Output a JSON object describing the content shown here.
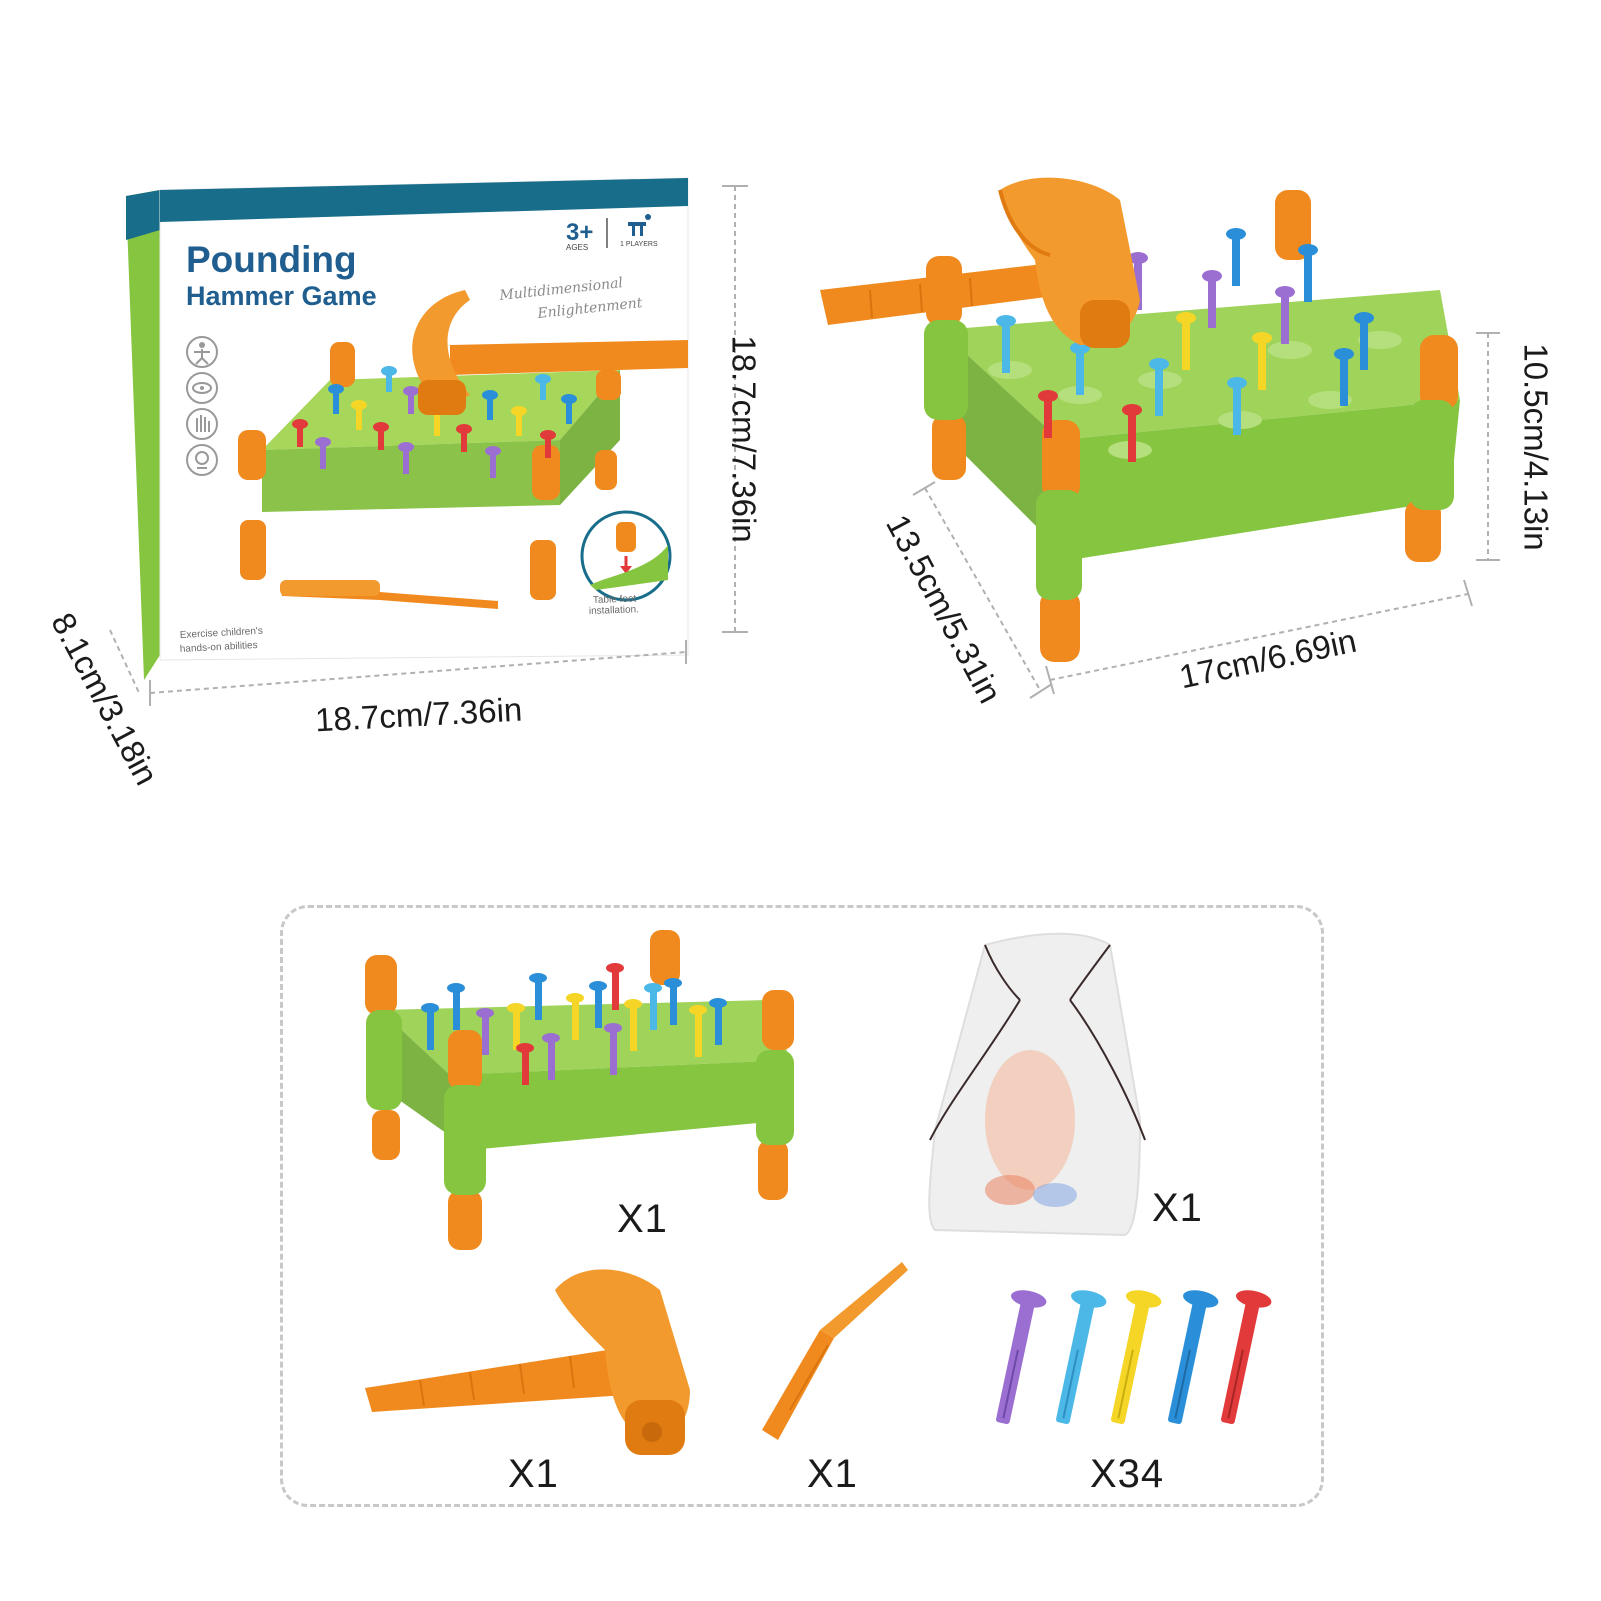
{
  "box": {
    "title_line1": "Pounding",
    "title_line2": "Hammer Game",
    "age_value": "3+",
    "age_label": "AGES",
    "players_label": "1 PLAYERS",
    "script_line1": "Multidimensional",
    "script_line2": "Enlightenment",
    "tagline_line1": "Exercise children's",
    "tagline_line2": "hands-on abilities",
    "install_line1": "Table foot",
    "install_line2": "installation.",
    "colors": {
      "header": "#176d8a",
      "side": "#86c540",
      "accent": "#f08a1e"
    }
  },
  "dimensions": {
    "box_width": "18.7cm/7.36in",
    "box_height": "18.7cm/7.36in",
    "box_depth": "8.1cm/3.18in",
    "table_height": "10.5cm/4.13in",
    "table_depth": "13.5cm/5.31in",
    "table_width": "17cm/6.69in"
  },
  "package_contents": [
    {
      "item": "pounding-table",
      "count": "X1"
    },
    {
      "item": "storage-bag",
      "count": "X1"
    },
    {
      "item": "hammer",
      "count": "X1"
    },
    {
      "item": "peg-tool",
      "count": "X1"
    },
    {
      "item": "pegs",
      "count": "X34"
    }
  ],
  "icons": [
    "child-icon",
    "eye-icon",
    "hand-icon",
    "brain-icon"
  ],
  "peg_colors": [
    "#9b6fd2",
    "#4bb8e8",
    "#f5d627",
    "#2a8fd8",
    "#e23a3a"
  ]
}
